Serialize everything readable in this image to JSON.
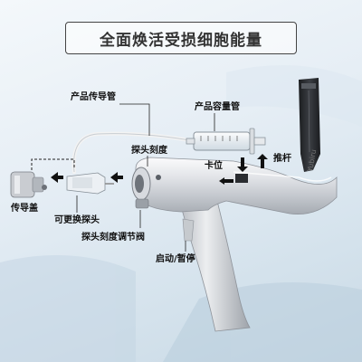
{
  "title": "全面焕活受损细胞能量",
  "labels": {
    "conduit_tube": "产品传导管",
    "capacity_tube": "产品容量管",
    "probe_scale": "探头刻度",
    "clip": "卡位",
    "push_rod": "推杆",
    "conduit_cap": "传导盖",
    "replaceable_probe": "可更换探头",
    "probe_scale_valve": "探头刻度调节阀",
    "start_pause": "启动/暂停"
  },
  "device": {
    "brand_text": "Yubiru"
  }
}
